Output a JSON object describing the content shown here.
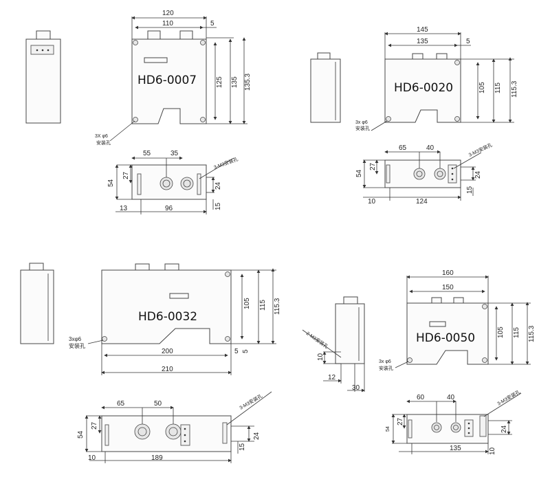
{
  "views": [
    {
      "model": "HD6-0007",
      "front_dims": [
        "120",
        "110",
        "5",
        "125",
        "135",
        "135.3"
      ],
      "bottom_dims": [
        "55",
        "35",
        "27",
        "54",
        "24",
        "15",
        "13",
        "96"
      ],
      "hole_note": [
        "3X φ6",
        "安装孔"
      ],
      "m3_note": "3-M3安装孔"
    },
    {
      "model": "HD6-0020",
      "front_dims": [
        "145",
        "135",
        "5",
        "105",
        "115",
        "115.3"
      ],
      "bottom_dims": [
        "65",
        "40",
        "27",
        "54",
        "24",
        "15",
        "10",
        "124"
      ],
      "hole_note": [
        "3x φ6",
        "安装孔"
      ],
      "m3_note": "3-M3安装孔"
    },
    {
      "model": "HD6-0032",
      "front_dims": [
        "200",
        "210",
        "5",
        "5",
        "105",
        "115",
        "115.3"
      ],
      "bottom_dims": [
        "65",
        "50",
        "27",
        "54",
        "24",
        "15",
        "10",
        "189"
      ],
      "hole_note": [
        "3xφ6",
        "安装孔"
      ],
      "m3_note": "3-M3安装孔"
    },
    {
      "model": "HD6-0050",
      "front_dims": [
        "160",
        "150",
        "105",
        "115",
        "115.3"
      ],
      "side_dims": [
        "10",
        "12",
        "30"
      ],
      "bottom_dims": [
        "60",
        "40",
        "27",
        "54",
        "24",
        "10",
        "135"
      ],
      "hole_note": [
        "3x φ6",
        "安装孔"
      ],
      "m3_note": "2-M3安装孔",
      "m3_note_bottom": "3-M3安装孔"
    }
  ]
}
